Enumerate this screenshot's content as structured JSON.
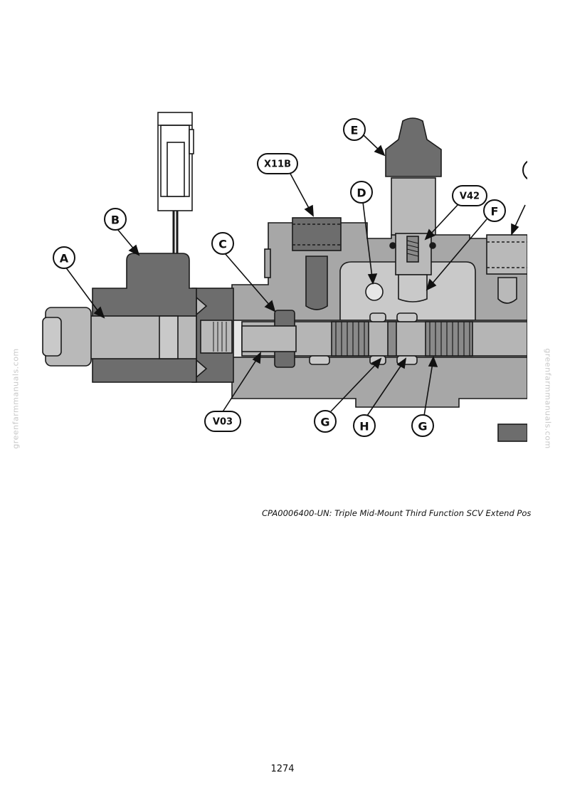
{
  "figure": {
    "callouts": {
      "A": "A",
      "B": "B",
      "C": "C",
      "D": "D",
      "E": "E",
      "F": "F",
      "G1": "G",
      "H": "H",
      "G2": "G",
      "X11B": "X11B",
      "V42": "V42",
      "V03": "V03"
    }
  },
  "caption": "CPA0006400-UN: Triple Mid-Mount Third Function SCV Extend Pos",
  "page_number": "1274",
  "watermark": "greenfarmmanuals.com",
  "colors": {
    "body_gray": "#a7a7a7",
    "dark_gray": "#6d6d6d",
    "solenoid_gray": "#b9b9b9",
    "outline": "#1a1a1a"
  }
}
